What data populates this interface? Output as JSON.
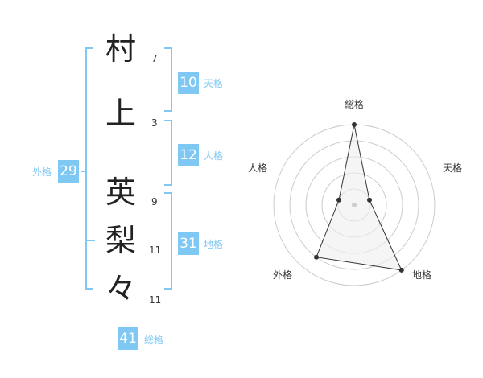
{
  "colors": {
    "accent": "#7fc8f4",
    "text": "#222222",
    "grid": "#cccccc",
    "fill": "#eeeeee"
  },
  "name": {
    "chars": [
      {
        "char": "村",
        "strokes": "7"
      },
      {
        "char": "上",
        "strokes": "3"
      },
      {
        "char": "英",
        "strokes": "9"
      },
      {
        "char": "梨",
        "strokes": "11"
      },
      {
        "char": "々",
        "strokes": "11"
      }
    ]
  },
  "fortunes": {
    "tenkaku": {
      "value": "10",
      "label": "天格"
    },
    "jinkaku": {
      "value": "12",
      "label": "人格"
    },
    "chikaku": {
      "value": "31",
      "label": "地格"
    },
    "gaikaku": {
      "value": "29",
      "label": "外格"
    },
    "soukaku": {
      "value": "41",
      "label": "総格"
    }
  },
  "radar": {
    "labels": {
      "top": "総格",
      "right": "天格",
      "bottom_right": "地格",
      "bottom_left": "外格",
      "left": "人格"
    },
    "levels": 5,
    "values": {
      "top": 1.0,
      "right": 0.2,
      "bottom_right": 1.0,
      "bottom_left": 0.8,
      "left": 0.2
    }
  }
}
